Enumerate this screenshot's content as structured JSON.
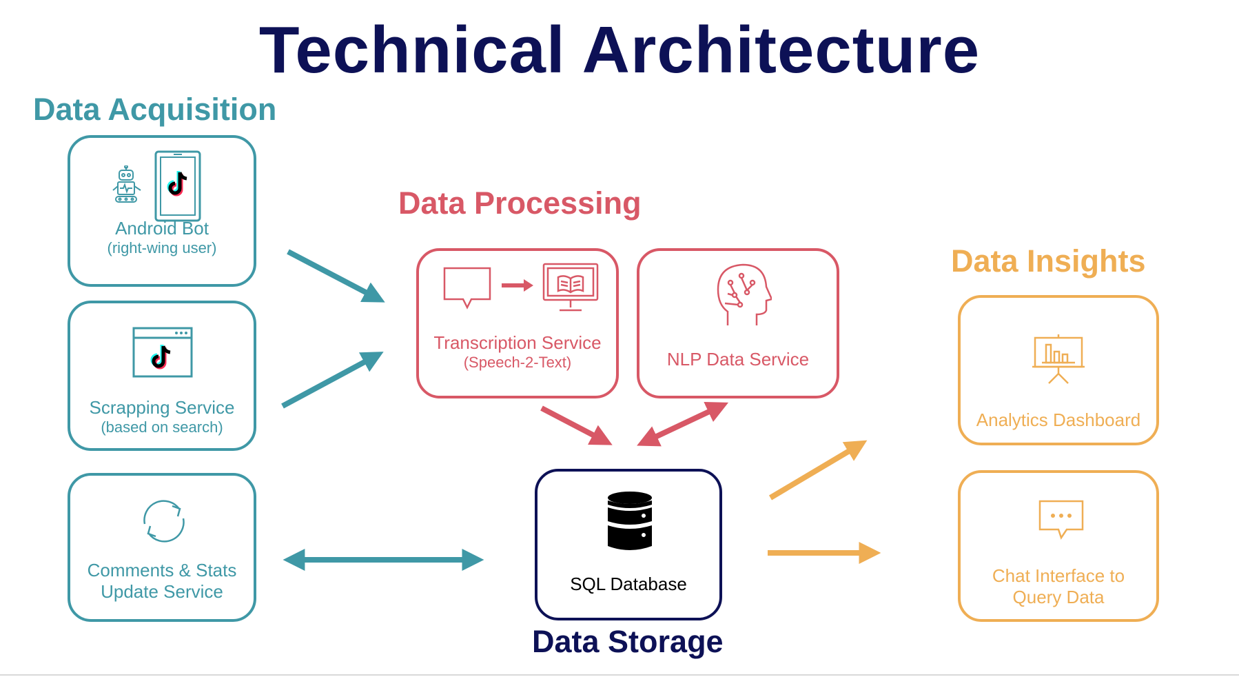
{
  "title": "Technical Architecture",
  "sections": {
    "acquisition": "Data Acquisition",
    "processing": "Data Processing",
    "insights": "Data Insights",
    "storage": "Data Storage"
  },
  "acquisition": {
    "android_bot": {
      "line1": "Android Bot",
      "line2": "(right-wing user)",
      "icons": [
        "robot-icon",
        "phone-tiktok-icon"
      ]
    },
    "scrapping": {
      "line1": "Scrapping Service",
      "line2": "(based on search)",
      "icons": [
        "browser-tiktok-icon"
      ]
    },
    "comments": {
      "line1": "Comments & Stats",
      "line2": "Update Service",
      "icons": [
        "refresh-icon"
      ]
    }
  },
  "processing": {
    "transcription": {
      "line1": "Transcription Service",
      "line2": "(Speech-2-Text)",
      "icons": [
        "speech-bubble-icon",
        "arrow-right-icon",
        "monitor-book-icon"
      ]
    },
    "nlp": {
      "line1": "NLP Data Service",
      "icons": [
        "brain-head-icon"
      ]
    }
  },
  "storage": {
    "database": {
      "line1": "SQL Database",
      "icons": [
        "database-icon"
      ]
    }
  },
  "insights": {
    "dashboard": {
      "line1": "Analytics Dashboard",
      "icons": [
        "presentation-chart-icon"
      ]
    },
    "chat": {
      "line1": "Chat Interface to",
      "line2": "Query Data",
      "icons": [
        "chat-bubble-icon"
      ]
    }
  },
  "colors": {
    "navy": "#0d1156",
    "teal": "#3f98a6",
    "red": "#d85866",
    "orange": "#efae54"
  }
}
